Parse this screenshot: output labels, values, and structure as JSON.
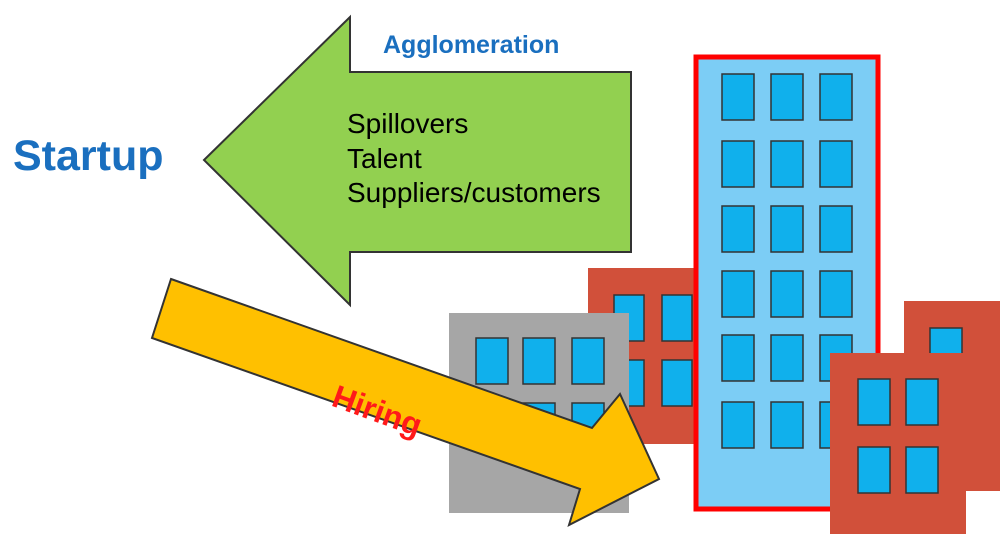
{
  "labels": {
    "startup": "Startup",
    "agglomeration": "Agglomeration",
    "hiring": "Hiring"
  },
  "benefits": [
    "Spillovers",
    "Talent",
    "Suppliers/customers"
  ],
  "colors": {
    "blue_text": "#1a6fbf",
    "green_arrow": "#92d050",
    "orange_arrow": "#ffc000",
    "hiring_text": "#ff1a1a",
    "skyscraper": "#7ccdf5",
    "skyscraper_outline": "#ff0000",
    "brick_building": "#d1503a",
    "gray_building": "#a6a6a6",
    "window": "#10b0ec"
  },
  "icons": [
    "building-icon",
    "skyscraper-icon"
  ]
}
